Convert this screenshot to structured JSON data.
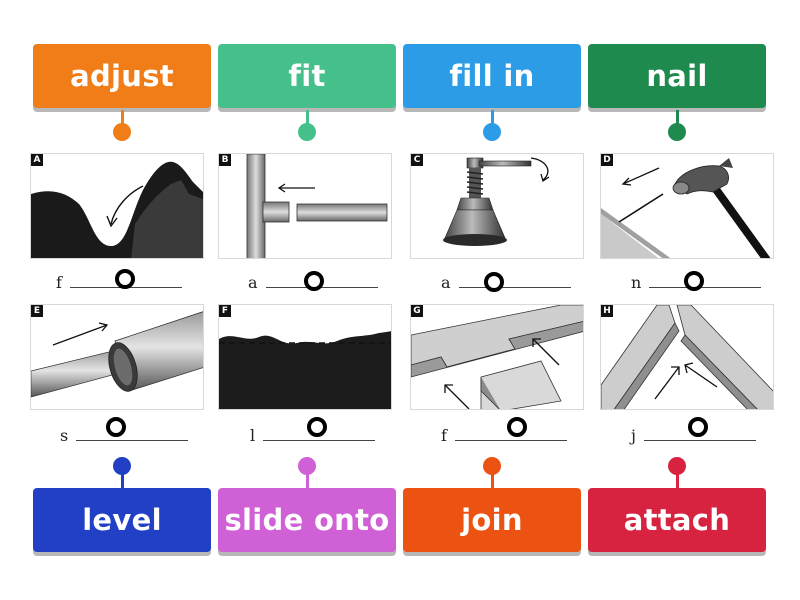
{
  "top_words": [
    {
      "label": "adjust",
      "color": "#f07d18"
    },
    {
      "label": "fit",
      "color": "#46c08a"
    },
    {
      "label": "fill in",
      "color": "#2d9ce6"
    },
    {
      "label": "nail",
      "color": "#1f8a4e"
    }
  ],
  "bottom_words": [
    {
      "label": "level",
      "color": "#2140c6"
    },
    {
      "label": "slide onto",
      "color": "#cf60d6"
    },
    {
      "label": "join",
      "color": "#ec5212"
    },
    {
      "label": "attach",
      "color": "#d72340"
    }
  ],
  "pictures": [
    {
      "letter": "A",
      "initial": "f"
    },
    {
      "letter": "B",
      "initial": "a"
    },
    {
      "letter": "C",
      "initial": "a"
    },
    {
      "letter": "D",
      "initial": "n"
    },
    {
      "letter": "E",
      "initial": "s"
    },
    {
      "letter": "F",
      "initial": "l"
    },
    {
      "letter": "G",
      "initial": "f"
    },
    {
      "letter": "H",
      "initial": "j"
    }
  ]
}
